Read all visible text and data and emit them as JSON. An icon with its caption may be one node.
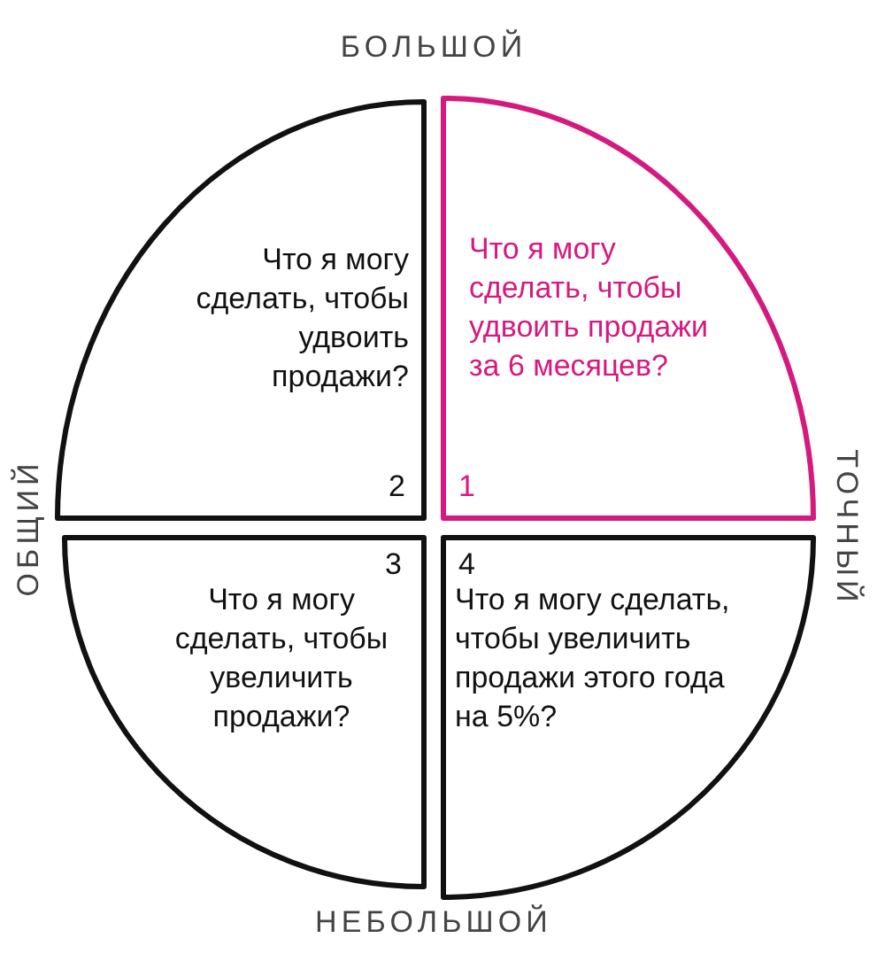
{
  "diagram": {
    "nodes": [
      {
        "text": [
          "Что я могу сделать, чтобы удвоить продажи?",
          "2"
        ]
      },
      {
        "text": [
          "Что я могу сделать, чтобы удвоить продажи за 6 месяцев?",
          "1"
        ]
      },
      {
        "text": [
          "3",
          "Что я могу сделать, чтобы увеличить продажи?"
        ]
      },
      {
        "text": [
          "4",
          "Что я могу сделать, чтобы увеличить продажи этого года на 5%?"
        ]
      }
    ],
    "labels": [
      "БОЛЬШОЙ",
      "ОБЩИЙ",
      "ТОЧНЫЙ",
      "НЕБОЛЬШОЙ"
    ]
  }
}
